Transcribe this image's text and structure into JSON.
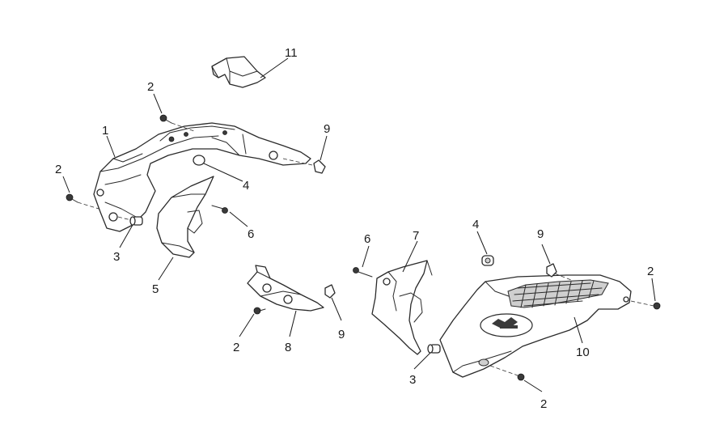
{
  "callouts": [
    {
      "id": "c11",
      "text": "11"
    },
    {
      "id": "c2a",
      "text": "2"
    },
    {
      "id": "c1",
      "text": "1"
    },
    {
      "id": "c9a",
      "text": "9"
    },
    {
      "id": "c2b",
      "text": "2"
    },
    {
      "id": "c4a",
      "text": "4"
    },
    {
      "id": "c6a",
      "text": "6"
    },
    {
      "id": "c3a",
      "text": "3"
    },
    {
      "id": "c5",
      "text": "5"
    },
    {
      "id": "c6b",
      "text": "6"
    },
    {
      "id": "c7",
      "text": "7"
    },
    {
      "id": "c4b",
      "text": "4"
    },
    {
      "id": "c9b",
      "text": "9"
    },
    {
      "id": "c2c",
      "text": "2"
    },
    {
      "id": "c9c",
      "text": "9"
    },
    {
      "id": "c2d",
      "text": "2"
    },
    {
      "id": "c8",
      "text": "8"
    },
    {
      "id": "c10",
      "text": "10"
    },
    {
      "id": "c3b",
      "text": "3"
    },
    {
      "id": "c2e",
      "text": "2"
    }
  ],
  "brand_badge": {
    "color": "#3a3a3a"
  }
}
